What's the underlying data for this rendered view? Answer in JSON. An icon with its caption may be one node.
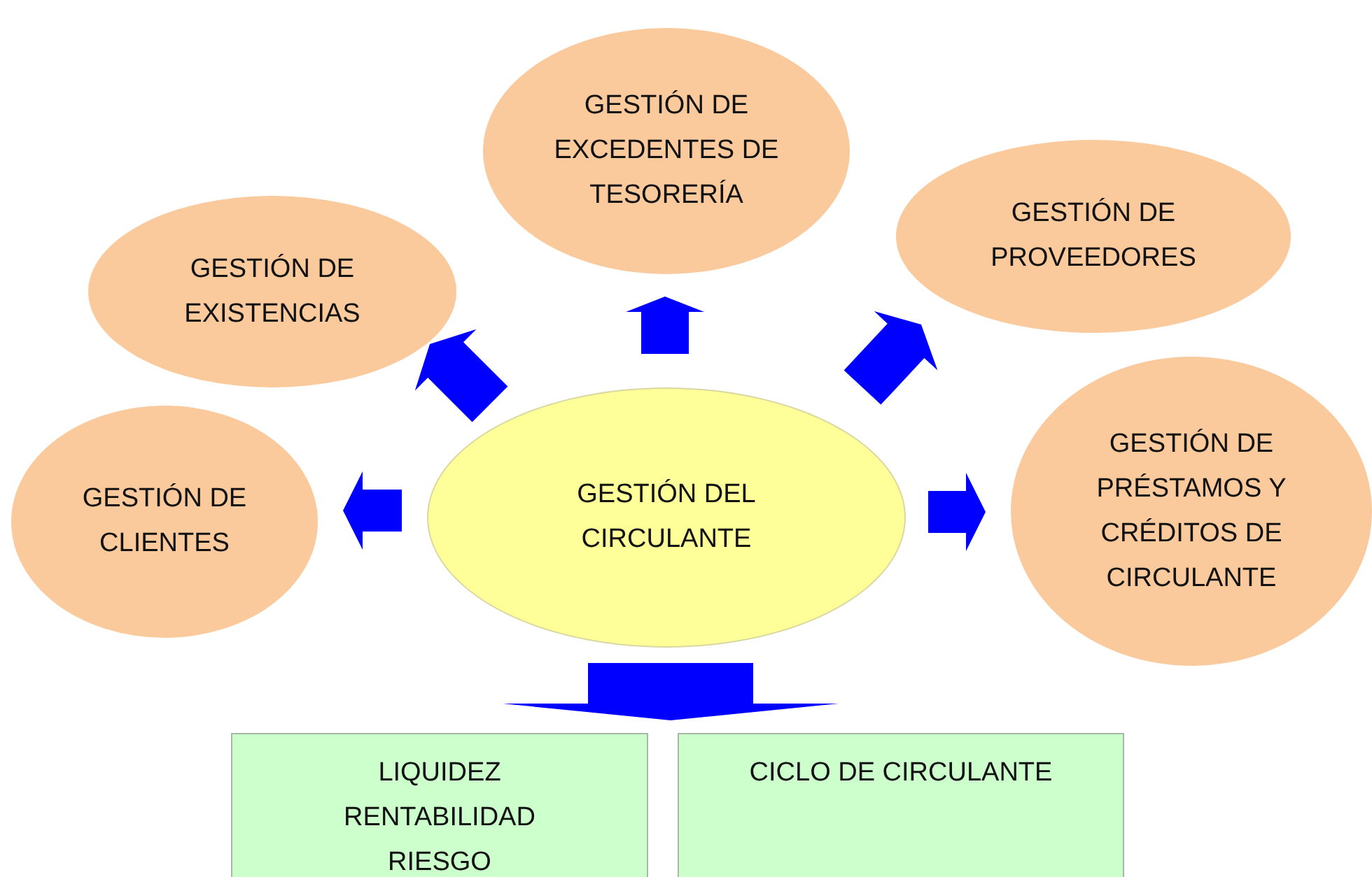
{
  "diagram": {
    "nodes": [
      {
        "text": [
          "GESTIÓN DE EXCEDENTES DE TESORERÍA"
        ]
      },
      {
        "text": [
          "GESTIÓN DE EXISTENCIAS"
        ]
      },
      {
        "text": [
          "GESTIÓN DE PROVEEDORES"
        ]
      },
      {
        "text": [
          "GESTIÓN DE CLIENTES"
        ]
      },
      {
        "text": [
          "GESTIÓN DEL CIRCULANTE"
        ]
      },
      {
        "text": [
          "GESTIÓN DE PRÉSTAMOS Y CRÉDITOS DE CIRCULANTE"
        ]
      },
      {
        "text": [
          "LIQUIDEZ",
          "RENTABILIDAD",
          "RIESGO"
        ]
      },
      {
        "text": [
          "CICLO DE CIRCULANTE"
        ]
      }
    ],
    "edges": [
      {
        "from": 4,
        "to": 0,
        "arrow": "to"
      },
      {
        "from": 4,
        "to": 1,
        "arrow": "to"
      },
      {
        "from": 4,
        "to": 2,
        "arrow": "to"
      },
      {
        "from": 4,
        "to": 3,
        "arrow": "to"
      },
      {
        "from": 4,
        "to": 5,
        "arrow": "to"
      },
      {
        "from": 4,
        "to": 6,
        "arrow": "to"
      },
      {
        "from": 4,
        "to": 7,
        "arrow": "to"
      }
    ]
  }
}
